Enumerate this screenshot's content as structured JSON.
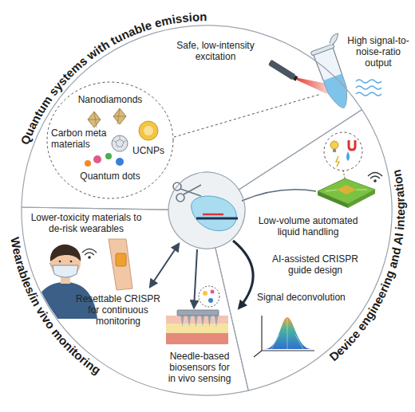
{
  "diagram": {
    "nodes": [
      {
        "text": [
          "Quantum systems with tunable emission"
        ]
      },
      {
        "text": [
          "Nanodiamonds",
          "Carbon meta materials",
          "UCNPs",
          "Quantum dots"
        ],
        "in": 0
      },
      {
        "text": [
          "Device engineering and AI integration"
        ]
      },
      {
        "text": [
          "Wearables/in vivo monitoring"
        ]
      }
    ],
    "labels": [
      "Safe, low-intensity excitation",
      "High signal-to-noise-ratio output",
      "Low-volume automated liquid handling",
      "AI-assisted CRISPR guide design",
      "Signal deconvolution",
      "Lower-toxicity materials to de-risk wearables",
      "Resettable CRISPR for continuous monitoring",
      "Needle-based biosensors for in vivo sensing"
    ]
  }
}
